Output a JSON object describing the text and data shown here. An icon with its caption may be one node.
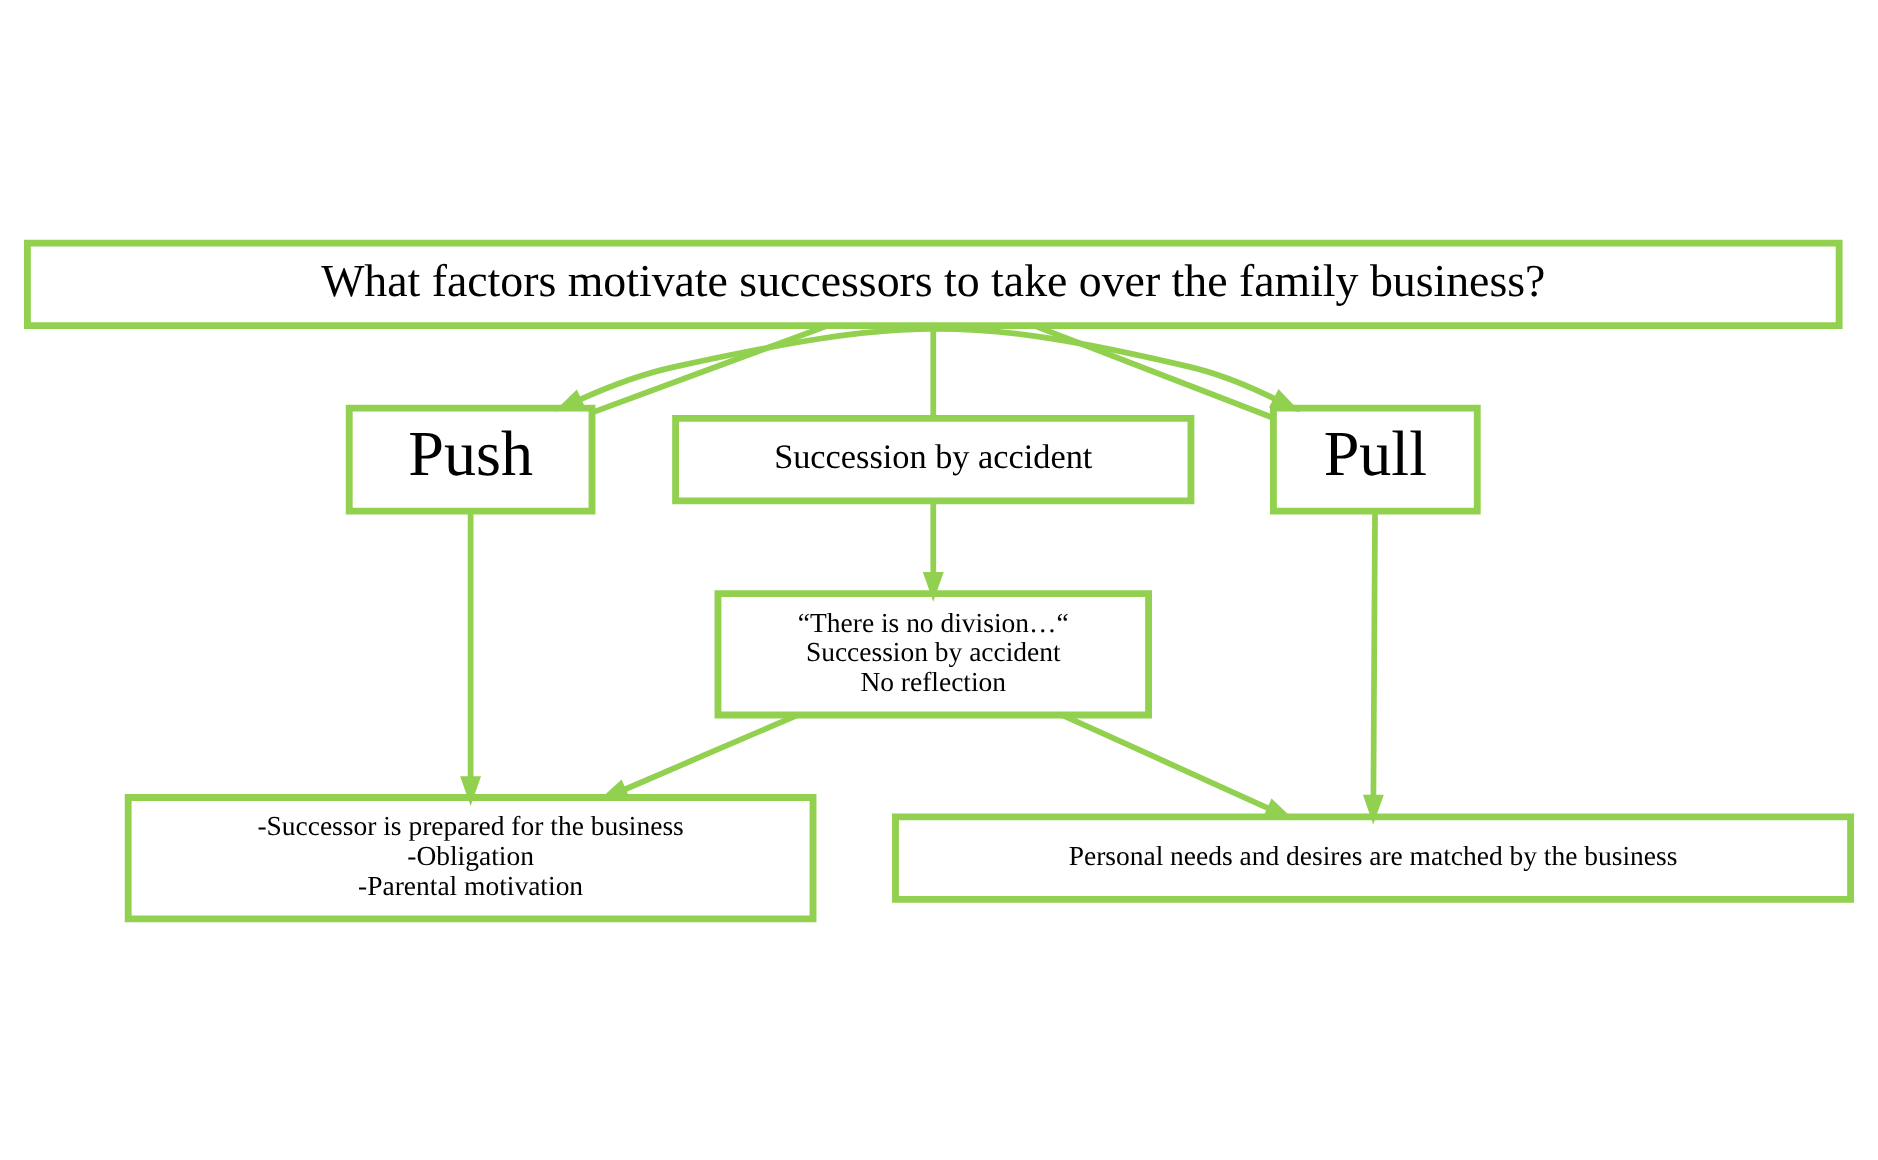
{
  "diagram": {
    "nodes": [
      {
        "text": [
          "What factors motivate successors to take over the family business?"
        ]
      },
      {
        "text": [
          "Succession by accident"
        ]
      },
      {
        "text": [
          "Push"
        ]
      },
      {
        "text": [
          "Pull"
        ]
      },
      {
        "text": [
          "“There is no division…“",
          "Succession by accident",
          "No reflection"
        ]
      },
      {
        "text": [
          "-Successor is prepared for the business",
          "-Obligation",
          "-Parental motivation"
        ]
      },
      {
        "text": [
          "Personal needs and desires are matched by the business"
        ]
      }
    ],
    "edges": [
      {
        "from": 0,
        "to": 1,
        "arrow": "none"
      },
      {
        "from": 0,
        "to": 2,
        "arrow": "none"
      },
      {
        "from": 0,
        "to": 3,
        "arrow": "none"
      },
      {
        "from": 2,
        "to": 3,
        "arrow": "both"
      },
      {
        "from": 1,
        "to": 4,
        "arrow": "to"
      },
      {
        "from": 2,
        "to": 5,
        "arrow": "to"
      },
      {
        "from": 4,
        "to": 5,
        "arrow": "to"
      },
      {
        "from": 4,
        "to": 6,
        "arrow": "to"
      },
      {
        "from": 3,
        "to": 6,
        "arrow": "to"
      }
    ]
  }
}
